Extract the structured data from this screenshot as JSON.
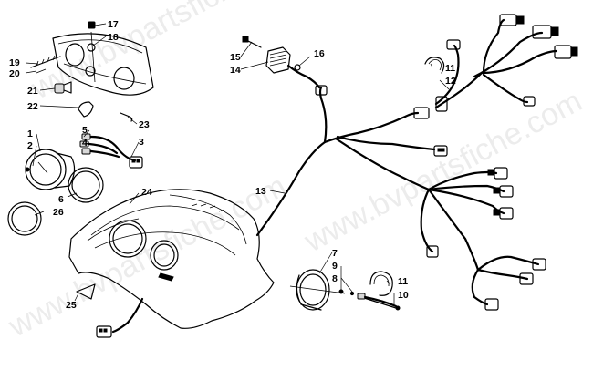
{
  "watermark": "www.bvpartsfiche.com",
  "callouts": {
    "n1": "1",
    "n2": "2",
    "n3": "3",
    "n4": "4",
    "n5": "5",
    "n6": "6",
    "n7": "7",
    "n8": "8",
    "n9": "9",
    "n10": "10",
    "n11a": "11",
    "n11b": "11",
    "n12": "12",
    "n13": "13",
    "n14": "14",
    "n15": "15",
    "n16": "16",
    "n17": "17",
    "n18": "18",
    "n19": "19",
    "n20": "20",
    "n21": "21",
    "n22": "22",
    "n23": "23",
    "n24": "24",
    "n25": "25",
    "n26": "26"
  }
}
